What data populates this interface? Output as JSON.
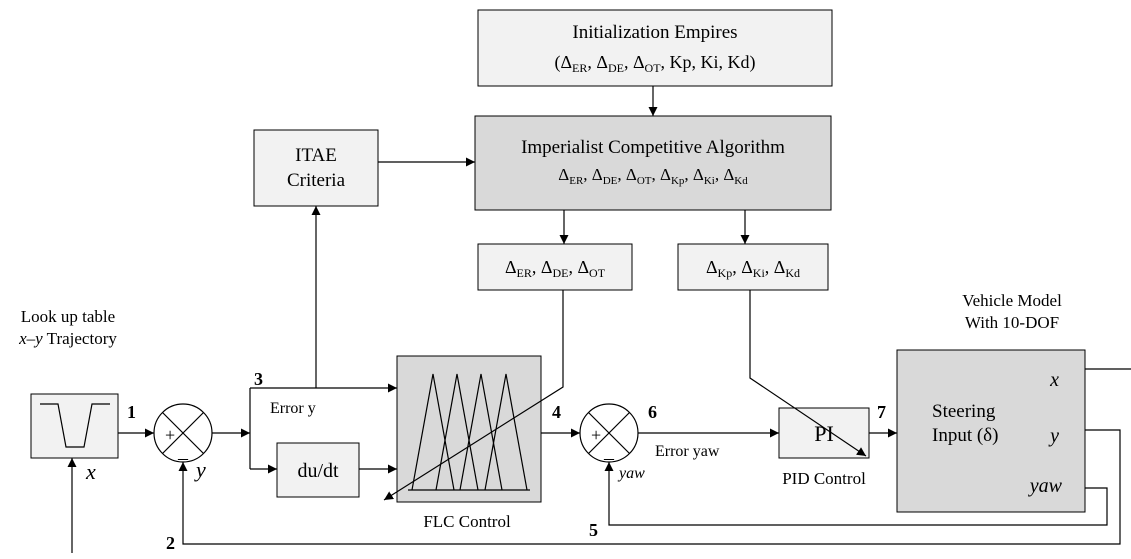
{
  "blocks": {
    "init": {
      "line1": "Initialization Empires",
      "line2": "(Δ",
      "s1": "ER",
      "c1": ", Δ",
      "s2": "DE",
      "c2": ", Δ",
      "s3": "OT",
      "c3": ", Kp, Ki, Kd)"
    },
    "ica": {
      "line1": "Imperialist Competitive Algorithm",
      "p0": "Δ",
      "s1": "ER",
      "c1": ", Δ",
      "s2": "DE",
      "c2": ", Δ",
      "s3": "OT",
      "c3": ", Δ",
      "s4": "Kp",
      "c4": ", Δ",
      "s5": "Ki",
      "c5": ", Δ",
      "s6": "Kd"
    },
    "itae": {
      "line1": "ITAE",
      "line2": "Criteria"
    },
    "flc_params": {
      "p0": "Δ",
      "s1": "ER",
      "c1": ", Δ",
      "s2": "DE",
      "c2": ", Δ",
      "s3": "OT"
    },
    "pid_params": {
      "p0": "Δ",
      "s1": "Kp",
      "c1": ", Δ",
      "s2": "Ki",
      "c2": ", Δ",
      "s3": "Kd"
    },
    "lookup": {
      "line1": "Look up table",
      "line2_x": "x",
      "line2_dash": "–",
      "line2_y": "y",
      "line2_rest": " Trajectory"
    },
    "dudt": "du/dt",
    "flc_label": "FLC Control",
    "pi": "PI",
    "pid_label": "PID Control",
    "vehicle": {
      "title1": "Vehicle Model",
      "title2": "With 10-DOF",
      "steer1": "Steering",
      "steer2": "Input (δ)",
      "out_x": "x",
      "out_y": "y",
      "out_yaw": "yaw"
    }
  },
  "signals": {
    "error_y": "Error y",
    "error_yaw": "Error yaw",
    "y": "y",
    "yaw": "yaw",
    "x": "x",
    "plus": "+",
    "minus": "–"
  },
  "nodes": [
    "1",
    "2",
    "3",
    "4",
    "5",
    "6",
    "7"
  ]
}
